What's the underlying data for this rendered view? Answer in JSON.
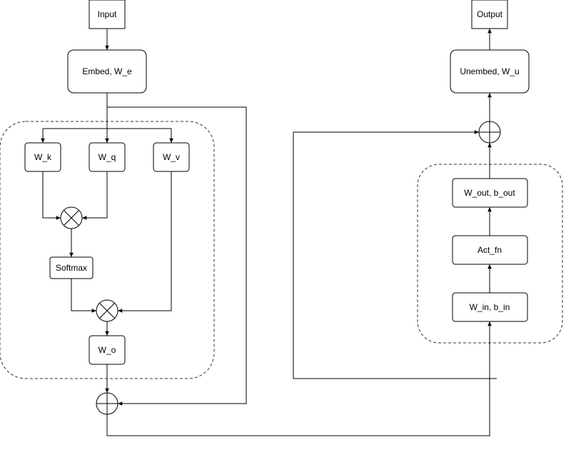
{
  "nodes": {
    "input": "Input",
    "output": "Output",
    "embed": "Embed, W_e",
    "unembed": "Unembed, W_u",
    "wk": "W_k",
    "wq": "W_q",
    "wv": "W_v",
    "softmax": "Softmax",
    "wo": "W_o",
    "wout": "W_out, b_out",
    "actfn": "Act_fn",
    "win": "W_in, b_in"
  },
  "colors": {
    "stroke": "#000000",
    "group_border": "#333333",
    "background": "#ffffff"
  }
}
